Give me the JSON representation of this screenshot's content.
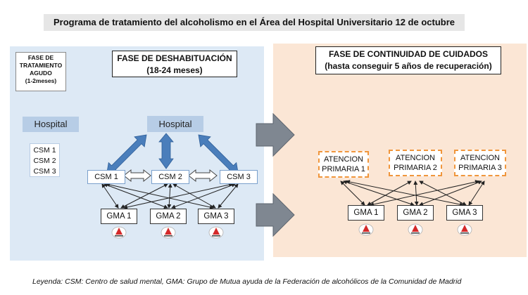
{
  "title": "Programa de tratamiento del alcoholismo en el Área del Hospital Universitario 12 de octubre",
  "phase_agudo": [
    "FASE DE",
    "TRATAMIENTO",
    "AGUDO",
    "(1-2meses)"
  ],
  "phase_deshabituacion": {
    "title": "FASE DE DESHABITUACIÓN",
    "subtitle": "(18-24 meses)"
  },
  "phase_continuidad": {
    "title": "FASE DE CONTINUIDAD DE CUIDADOS",
    "subtitle": "(hasta conseguir 5 años de recuperación)"
  },
  "left": {
    "hospital": "Hospital",
    "csm": [
      "CSM 1",
      "CSM 2",
      "CSM 3"
    ]
  },
  "middle": {
    "hospital": "Hospital",
    "csm": [
      "CSM 1",
      "CSM 2",
      "CSM 3"
    ],
    "gma": [
      "GMA 1",
      "GMA 2",
      "GMA 3"
    ]
  },
  "right": {
    "atencion": [
      [
        "ATENCION",
        "PRIMARIA 1"
      ],
      [
        "ATENCION",
        "PRIMARIA 2"
      ],
      [
        "ATENCION",
        "PRIMARIA 3"
      ]
    ],
    "gma": [
      "GMA 1",
      "GMA 2",
      "GMA 3"
    ]
  },
  "legend": "Leyenda: CSM: Centro de salud mental, GMA: Grupo de Mutua ayuda de la Federación de alcohólicos de la Comunidad de Madrid",
  "colors": {
    "hospital_fill": "#b7cde6",
    "panel_blue": "#dde9f5",
    "panel_orange": "#fbe6d5",
    "arrow_blue": "#4a7ebb",
    "dashed_orange": "#f0963c",
    "big_arrow_gray": "#7f8791"
  }
}
